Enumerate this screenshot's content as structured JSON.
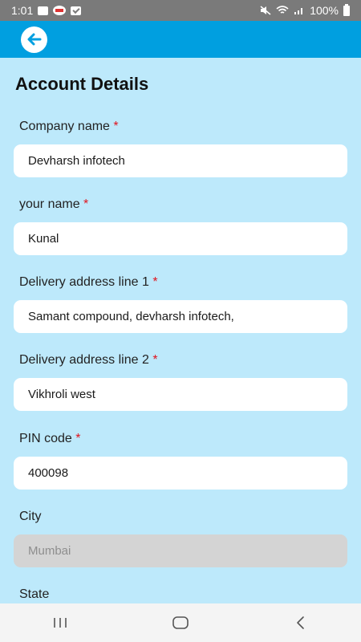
{
  "status_bar": {
    "time": "1:01",
    "battery": "100%"
  },
  "page": {
    "title": "Account Details"
  },
  "fields": [
    {
      "label": "Company name",
      "required_mark": "*",
      "value": "Devharsh infotech"
    },
    {
      "label": "your name",
      "required_mark": "*",
      "value": "Kunal"
    },
    {
      "label": "Delivery address line 1",
      "required_mark": "*",
      "value": "Samant compound, devharsh infotech,"
    },
    {
      "label": "Delivery address line 2",
      "required_mark": "*",
      "value": "Vikhroli west"
    },
    {
      "label": "PIN code",
      "required_mark": "*",
      "value": "400098"
    },
    {
      "label": "City",
      "value": "Mumbai"
    },
    {
      "label": "State"
    }
  ],
  "colors": {
    "app_bar": "#009fe0",
    "background": "#bde9fb",
    "required": "#e0141e"
  },
  "icons": {
    "back": "back-arrow-icon",
    "recents": "recents-icon",
    "home": "home-icon",
    "nav_back": "nav-back-icon"
  }
}
